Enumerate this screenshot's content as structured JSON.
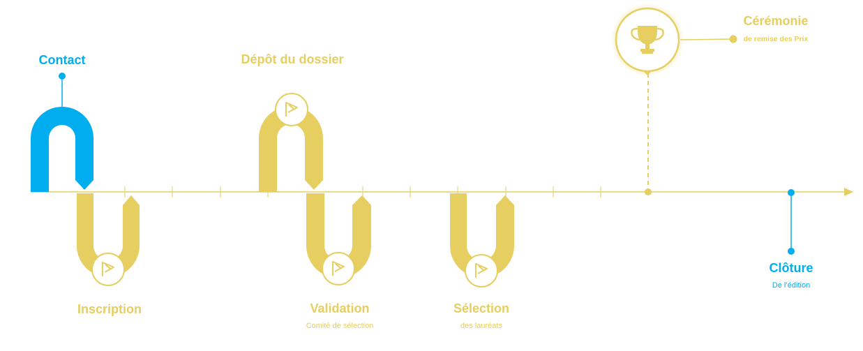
{
  "colors": {
    "gold": "#e6ce60",
    "blue": "#00aeef",
    "timeline": "#e6ce60"
  },
  "steps": {
    "contact": {
      "title": "Contact"
    },
    "inscription": {
      "title": "Inscription",
      "icon": "flag-icon"
    },
    "depot": {
      "title": "Dépôt du dossier",
      "icon": "flag-icon"
    },
    "validation": {
      "title": "Validation",
      "subtitle": "Comité de sélection",
      "icon": "flag-icon"
    },
    "selection": {
      "title": "Sélection",
      "subtitle": "des lauréats",
      "icon": "flag-icon"
    },
    "ceremonie": {
      "title": "Cérémonie",
      "subtitle": "de remise des Prix",
      "icon": "trophy-icon"
    },
    "cloture": {
      "title": "Clôture",
      "subtitle": "De l’édition"
    }
  }
}
